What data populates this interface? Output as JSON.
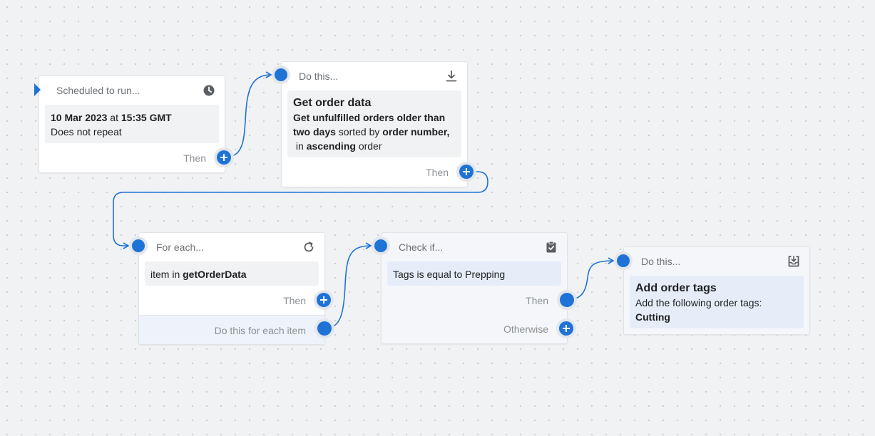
{
  "colors": {
    "accent": "#1f73d7",
    "canvas": "#f1f2f4",
    "card": "#ffffff",
    "body_grey": "#f1f2f3",
    "body_blue": "#e6edf9"
  },
  "nodes": {
    "trigger": {
      "title": "Scheduled to run...",
      "icon": "clock-icon",
      "date": "10 Mar 2023",
      "at": " at ",
      "time": "15:35 GMT",
      "repeat": "Does not repeat",
      "then": "Then"
    },
    "get_order": {
      "title": "Do this...",
      "icon": "download-icon",
      "heading": "Get order data",
      "p1": "Get unfulfilled orders older than two days",
      "p2": " sorted by ",
      "p3": "order number,",
      "p4": " in ",
      "p5": "ascending",
      "p6": " order",
      "then": "Then"
    },
    "for_each": {
      "title": "For each...",
      "icon": "refresh-icon",
      "item_prefix": "item in ",
      "item_source": "getOrderData",
      "then": "Then",
      "each": "Do this for each item"
    },
    "check_if": {
      "title": "Check if...",
      "icon": "clipboard-check-icon",
      "condition": "Tags is equal to Prepping",
      "then": "Then",
      "otherwise": "Otherwise"
    },
    "add_tags": {
      "title": "Do this...",
      "icon": "inbox-download-icon",
      "heading": "Add order tags",
      "desc": "Add the following order tags:",
      "tag": "Cutting"
    }
  }
}
